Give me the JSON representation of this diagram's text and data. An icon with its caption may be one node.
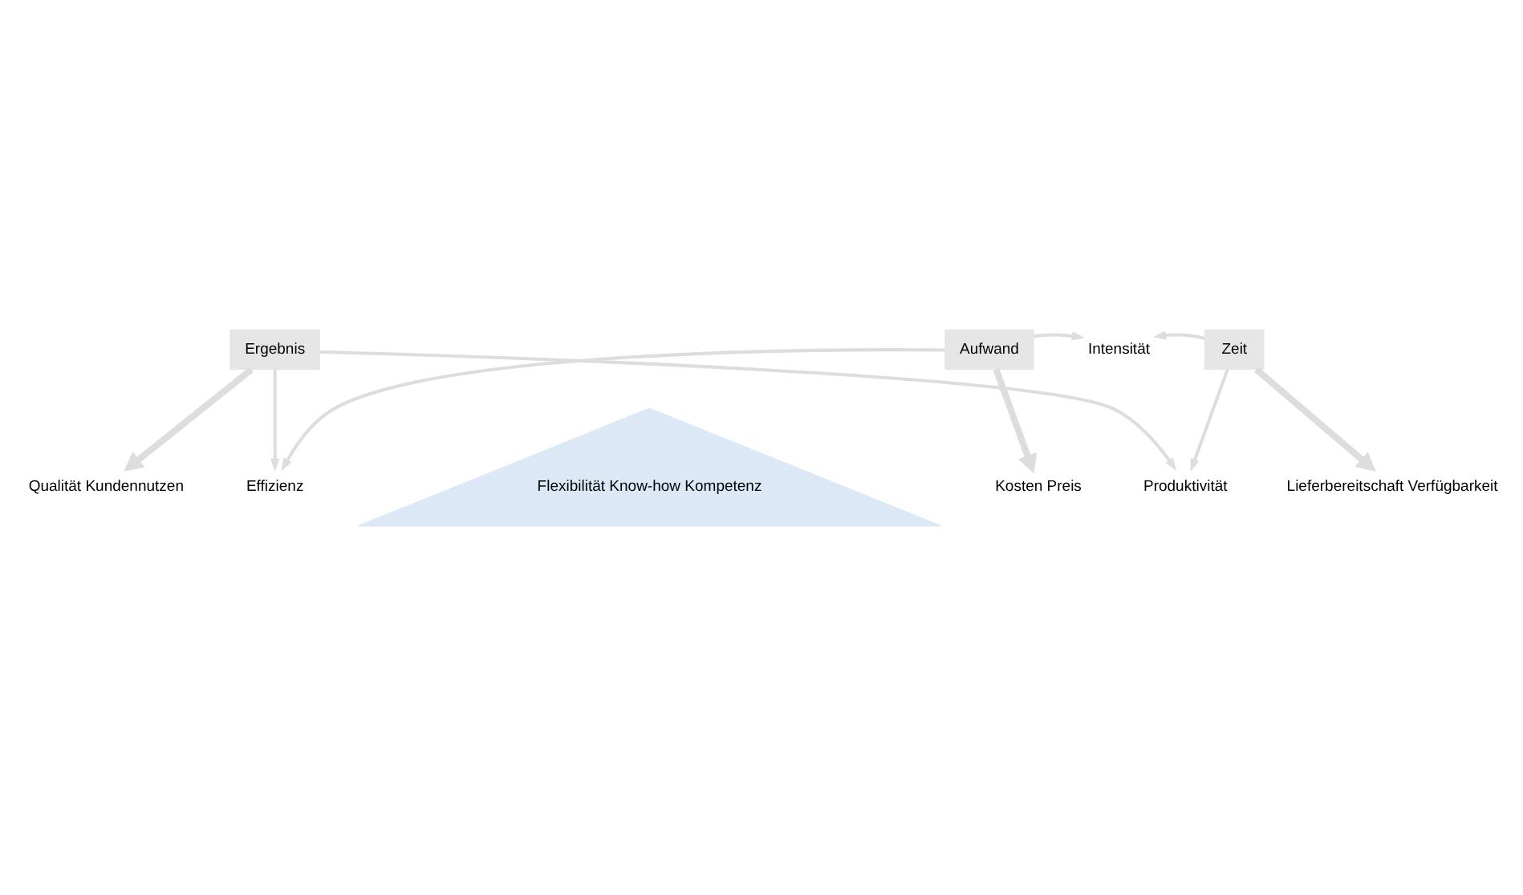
{
  "diagram": {
    "nodes": [
      {
        "text": [
          "Qualität Kundennutzen"
        ]
      },
      {
        "text": [
          "Ergebnis"
        ]
      },
      {
        "text": [
          "Effizienz"
        ]
      },
      {
        "text": [
          "Flexibilität Know-how Kompetenz"
        ]
      },
      {
        "text": [
          "Produktivität"
        ]
      },
      {
        "text": [
          "Aufwand"
        ]
      },
      {
        "text": [
          "Intensität"
        ]
      },
      {
        "text": [
          "Zeit"
        ]
      },
      {
        "text": [
          "Kosten Preis"
        ]
      },
      {
        "text": [
          "Lieferbereitschaft Verfügbarkeit"
        ]
      }
    ],
    "edges": [
      {
        "from": 1,
        "to": 0,
        "arrow": "to",
        "style": "thick"
      },
      {
        "from": 1,
        "to": 2,
        "arrow": "to"
      },
      {
        "from": 1,
        "to": 4,
        "arrow": "to"
      },
      {
        "from": 5,
        "to": 2,
        "arrow": "to"
      },
      {
        "from": 7,
        "to": 4,
        "arrow": "to"
      },
      {
        "from": 5,
        "to": 6,
        "arrow": "to"
      },
      {
        "from": 7,
        "to": 6,
        "arrow": "to"
      },
      {
        "from": 5,
        "to": 8,
        "arrow": "to",
        "style": "thick"
      },
      {
        "from": 7,
        "to": 9,
        "arrow": "to",
        "style": "thick"
      }
    ]
  }
}
